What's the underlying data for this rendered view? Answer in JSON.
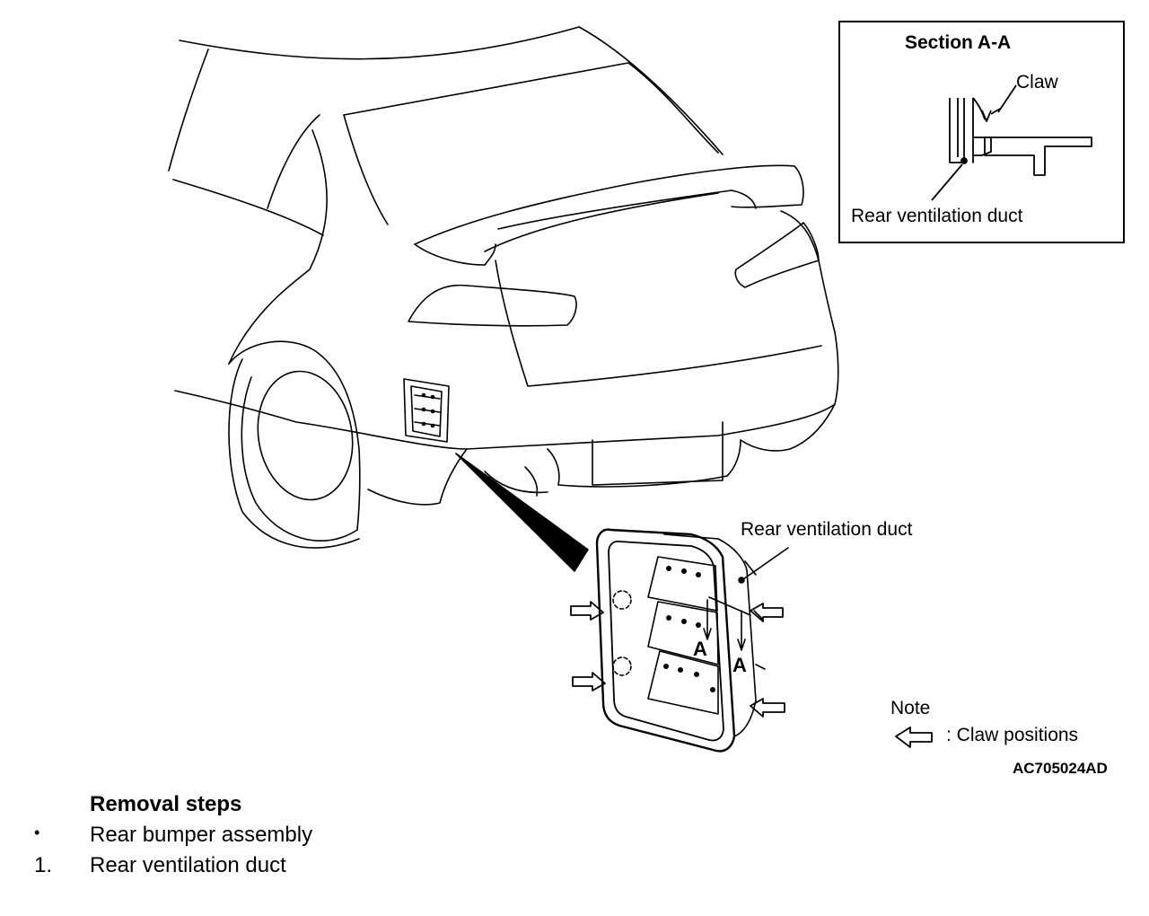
{
  "section": {
    "title": "Section A-A",
    "claw_label": "Claw",
    "duct_label": "Rear ventilation duct"
  },
  "detail": {
    "duct_label": "Rear ventilation duct",
    "section_mark_1": "A",
    "section_mark_2": "A"
  },
  "note": {
    "title": "Note",
    "legend_text": ": Claw positions",
    "legend_icon": "hollow-arrow-left-icon"
  },
  "figure_code": "AC705024AD",
  "removal": {
    "heading": "Removal steps",
    "steps": [
      {
        "marker": "•",
        "label": "Rear bumper assembly"
      },
      {
        "marker": "1.",
        "label": "Rear ventilation duct"
      }
    ]
  }
}
